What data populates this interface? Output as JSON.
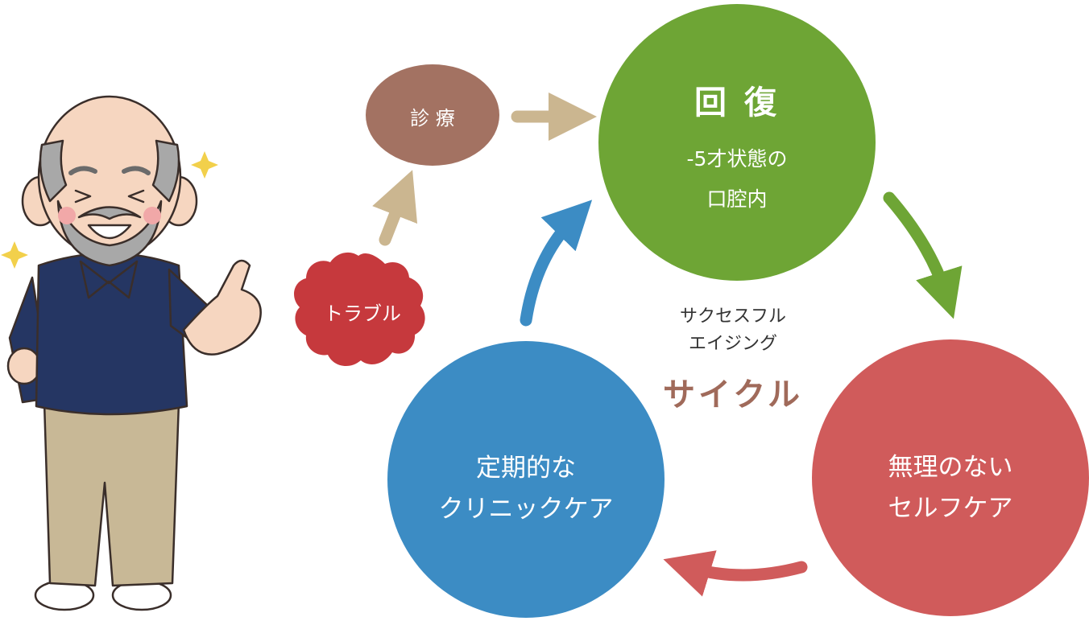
{
  "colors": {
    "green": "#6ea535",
    "red": "#d05b5b",
    "blue": "#3c8cc4",
    "brown": "#a37262",
    "trouble": "#c6393d",
    "tan_arrow": "#cbb690",
    "accent_text": "#a06a5a",
    "sparkle": "#f2d04b"
  },
  "nodes": {
    "recovery": {
      "title": "回 復",
      "line1": "-5才状態の",
      "line2": "口腔内"
    },
    "selfcare": {
      "line1": "無理のない",
      "line2": "セルフケア"
    },
    "clinic": {
      "line1": "定期的な",
      "line2": "クリニックケア"
    },
    "diagnosis": {
      "label": "診 療"
    },
    "trouble": {
      "label": "トラブル"
    }
  },
  "center": {
    "line1": "サクセスフル",
    "line2": "エイジング",
    "accent": "サイクル"
  },
  "icons": {
    "character": "elderly-man-pointing-icon",
    "sparkles": "sparkle-icon"
  }
}
